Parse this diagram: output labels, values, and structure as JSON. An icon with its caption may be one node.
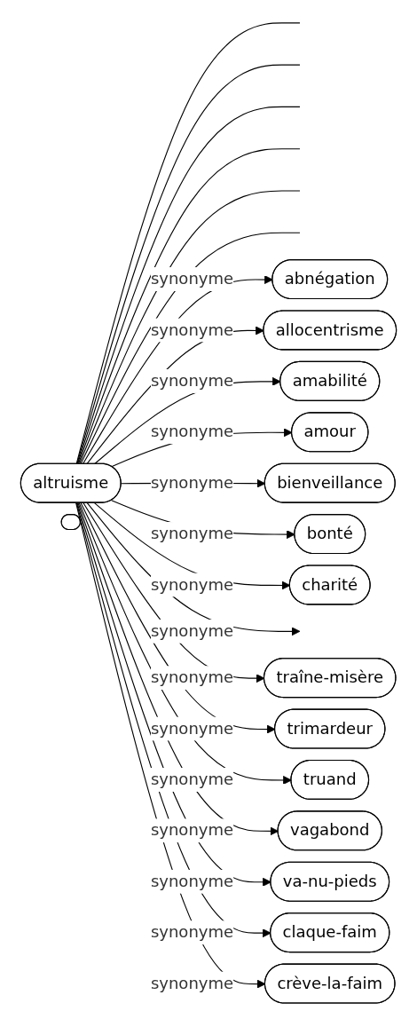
{
  "diagram": {
    "nodes": [
      {
        "text": [
          "altruisme"
        ]
      },
      {
        "text": [
          "abnégation"
        ]
      },
      {
        "text": [
          "allocentrisme"
        ]
      },
      {
        "text": [
          "amabilité"
        ]
      },
      {
        "text": [
          "amour"
        ]
      },
      {
        "text": [
          "bienveillance"
        ]
      },
      {
        "text": [
          "bonté"
        ]
      },
      {
        "text": [
          "charité"
        ]
      },
      {
        "text": [],
        "shape": "ellipse"
      },
      {
        "text": [
          "traîne-misère"
        ]
      },
      {
        "text": [
          "trimardeur"
        ]
      },
      {
        "text": [
          "truand"
        ]
      },
      {
        "text": [
          "vagabond"
        ]
      },
      {
        "text": [
          "va-nu-pieds"
        ]
      },
      {
        "text": [
          "claque-faim"
        ]
      },
      {
        "text": [
          "crève-la-faim"
        ]
      }
    ],
    "edges": [
      {
        "from": 0,
        "to": null,
        "arrow": "none"
      },
      {
        "from": 0,
        "to": null,
        "arrow": "none"
      },
      {
        "from": 0,
        "to": null,
        "arrow": "none"
      },
      {
        "from": 0,
        "to": null,
        "arrow": "none"
      },
      {
        "from": 0,
        "to": null,
        "arrow": "none"
      },
      {
        "from": 0,
        "to": null,
        "arrow": "none"
      },
      {
        "from": 0,
        "to": 1,
        "label": "synonyme",
        "arrow": "to"
      },
      {
        "from": 0,
        "to": 2,
        "label": "synonyme",
        "arrow": "to"
      },
      {
        "from": 0,
        "to": 3,
        "label": "synonyme",
        "arrow": "to"
      },
      {
        "from": 0,
        "to": 4,
        "label": "synonyme",
        "arrow": "to"
      },
      {
        "from": 0,
        "to": 5,
        "label": "synonyme",
        "arrow": "to"
      },
      {
        "from": 0,
        "to": 6,
        "label": "synonyme",
        "arrow": "to"
      },
      {
        "from": 0,
        "to": 7,
        "label": "synonyme",
        "arrow": "to"
      },
      {
        "from": 0,
        "to": null,
        "label": "synonyme",
        "arrow": "to"
      },
      {
        "from": 0,
        "to": 9,
        "label": "synonyme",
        "arrow": "to"
      },
      {
        "from": 0,
        "to": 10,
        "label": "synonyme",
        "arrow": "to"
      },
      {
        "from": 0,
        "to": 11,
        "label": "synonyme",
        "arrow": "to"
      },
      {
        "from": 0,
        "to": 12,
        "label": "synonyme",
        "arrow": "to"
      },
      {
        "from": 0,
        "to": 13,
        "label": "synonyme",
        "arrow": "to"
      },
      {
        "from": 0,
        "to": 14,
        "label": "synonyme",
        "arrow": "to"
      },
      {
        "from": 0,
        "to": 15,
        "label": "synonyme",
        "arrow": "to"
      }
    ]
  }
}
